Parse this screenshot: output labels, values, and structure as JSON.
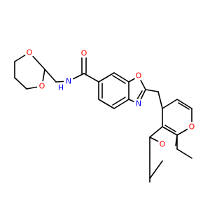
{
  "colors": {
    "background": "#ffffff",
    "bond": "#000000",
    "oxygen": "#ff0000",
    "nitrogen": "#0000ff",
    "carbon": "#000000"
  },
  "atoms": {
    "o_amide": "O",
    "nh": "N",
    "nh_h": "H",
    "o_dioxane_top": "O",
    "o_dioxane_bottom": "O",
    "o_oxazole": "O",
    "n_oxazole": "N",
    "o_methoxy_3": "O",
    "o_methoxy_4": "O"
  }
}
